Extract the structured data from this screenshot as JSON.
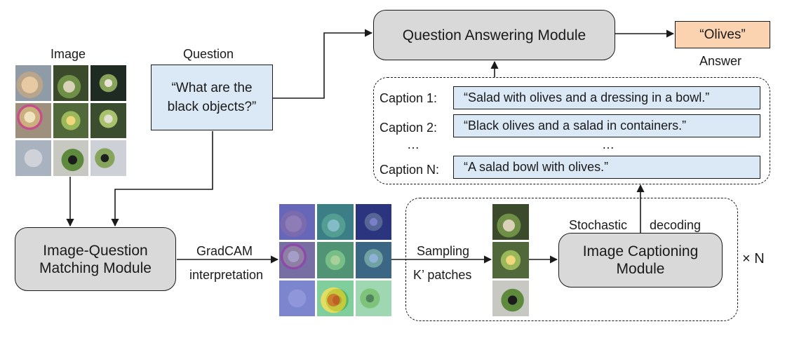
{
  "input": {
    "image_label": "Image",
    "question_label": "Question",
    "question_text": "“What are the black objects?”"
  },
  "modules": {
    "qa": "Question Answering Module",
    "matching": "Image-Question Matching Module",
    "captioning": "Image Captioning Module"
  },
  "edges": {
    "gradcam_line1": "GradCAM",
    "gradcam_line2": "interpretation",
    "sampling_line1": "Sampling",
    "sampling_line2": "K’ patches",
    "stochastic": "Stochastic",
    "decoding": "decoding",
    "repeat": "× N"
  },
  "answer": {
    "text": "“Olives”",
    "label": "Answer"
  },
  "captions": [
    {
      "label": "Caption 1:",
      "text": "“Salad with olives and a dressing in a bowl.”"
    },
    {
      "label": "Caption 2:",
      "text": "“Black olives and a salad in containers.”"
    },
    {
      "label": "Caption N:",
      "text": "“A salad bowl with olives.”"
    }
  ],
  "ellipsis": "…",
  "colors": {
    "module_fill": "#d9d9d9",
    "text_box_fill": "#dbe9f6",
    "answer_fill": "#fbd3b0",
    "stroke": "#1a1a1a"
  }
}
